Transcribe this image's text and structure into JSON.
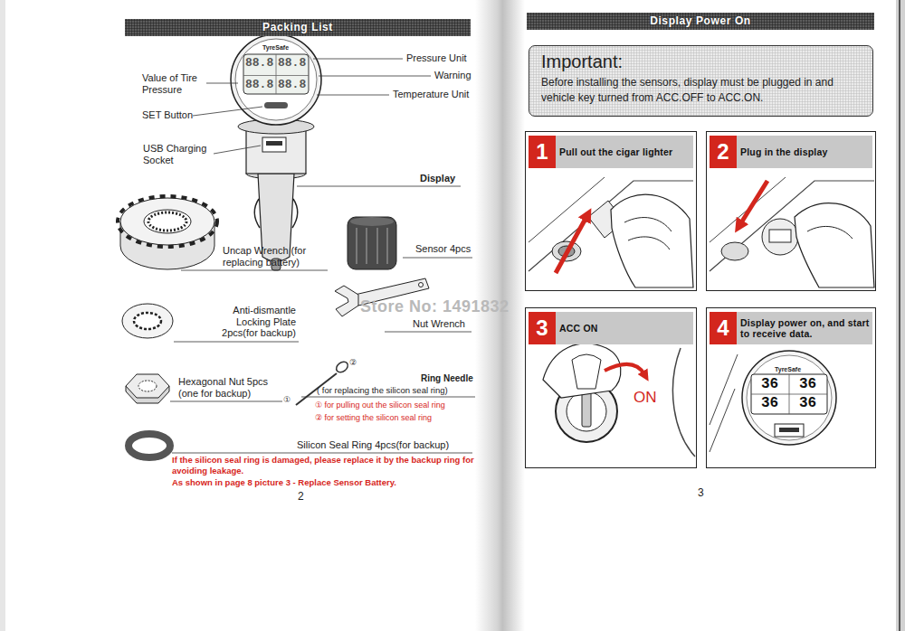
{
  "diagram": {
    "nodes": [
      {
        "text": [
          "Packing List"
        ]
      },
      {
        "text": [
          "Display Power On"
        ]
      },
      {
        "text": [
          "Important:",
          "Before installing the sensors, display must be plugged in and vehicle key turned from ACC.OFF to ACC.ON."
        ]
      },
      {
        "text": [
          "Pull out the cigar lighter"
        ]
      },
      {
        "text": [
          "1"
        ],
        "in": 3
      },
      {
        "text": [
          "Plug in the display"
        ]
      },
      {
        "text": [
          "2"
        ],
        "in": 5
      },
      {
        "text": [
          "ACC ON"
        ]
      },
      {
        "text": [
          "3"
        ],
        "in": 7
      },
      {
        "text": [
          "Display power on, and start to receive data."
        ]
      },
      {
        "text": [
          "4"
        ],
        "in": 9
      }
    ],
    "labels": [
      "TyreSafe",
      "88.8",
      "88.8",
      "88.8",
      "88.8",
      "Pressure Unit",
      "Value of Tire Pressure",
      "Warning",
      "Temperature Unit",
      "SET Button",
      "USB Charging Socket",
      "Display",
      "Uncap Wrench (for replacing battery)",
      "Sensor 4pcs",
      "Anti-dismantle Locking Plate 2pcs(for backup)",
      "Nut Wrench",
      "Store No: 1491832",
      "Hexagonal Nut 5pcs (one for backup)",
      "②",
      "①",
      "Ring Needle",
      "( for replacing the silicon seal ring)",
      "① for pulling out the silicon seal ring",
      "② for setting the silicon seal ring",
      "Silicon Seal Ring 4pcs(for backup)",
      "If the silicon seal ring is damaged, please replace it by the backup ring for avoiding leakage.",
      "As shown in page 8 picture 3 - Replace Sensor Battery.",
      "2",
      "ON",
      "TyreSafe",
      "36",
      "36",
      "36",
      "36",
      "3"
    ]
  }
}
